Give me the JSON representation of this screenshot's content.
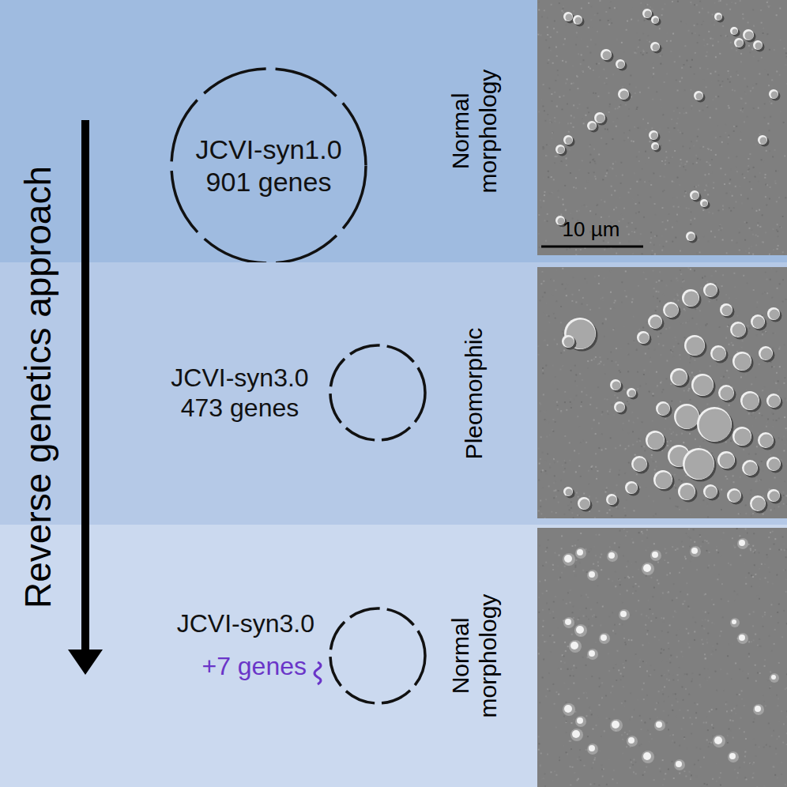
{
  "diagram": {
    "nodes": [
      {
        "text": [
          "Normal morphology"
        ]
      },
      {
        "text": [
          "JCVI-syn1.0 901 genes"
        ],
        "in": 0
      },
      {
        "text": [
          "Pleomorphic"
        ]
      },
      {
        "text": [
          "JCVI-syn3.0 473 genes"
        ],
        "in": 2
      },
      {
        "text": [
          "Normal morphology"
        ]
      },
      {
        "text": [
          "JCVI-syn3.0",
          "+7 genes"
        ],
        "in": 4
      }
    ],
    "labels": [
      "Reverse genetics approach",
      "10 µm"
    ]
  }
}
